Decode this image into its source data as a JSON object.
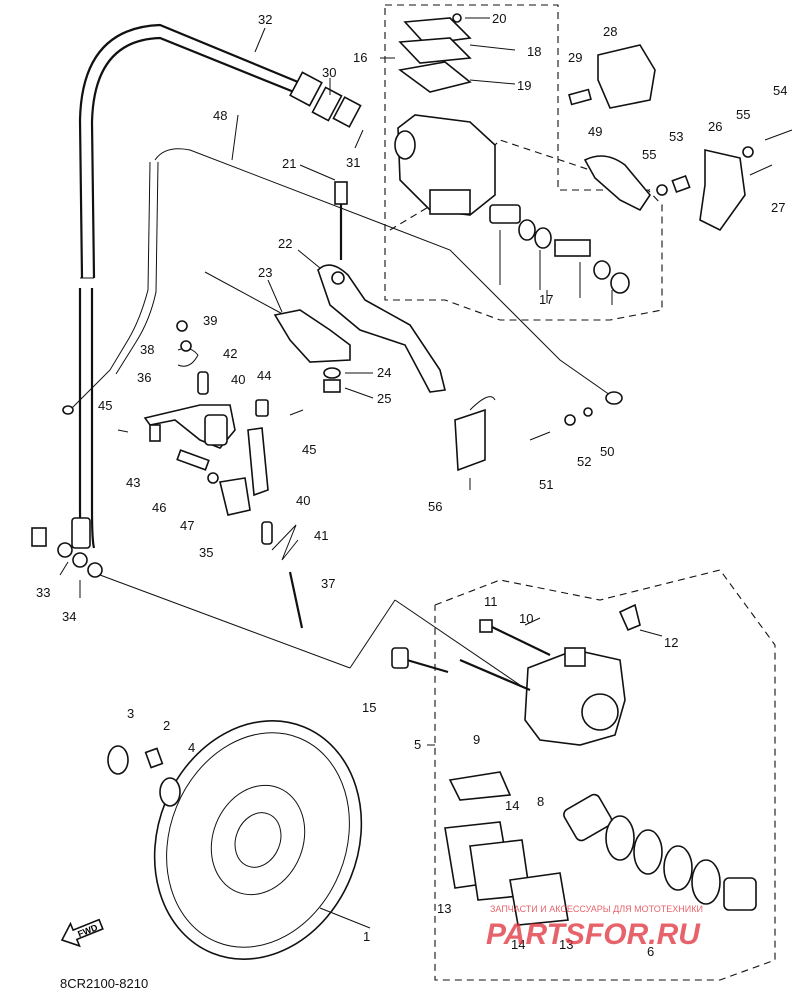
{
  "labels": [
    "1",
    "2",
    "3",
    "4",
    "5",
    "6",
    "8",
    "9",
    "10",
    "11",
    "12",
    "13",
    "13",
    "14",
    "14",
    "15",
    "16",
    "17",
    "18",
    "19",
    "20",
    "21",
    "22",
    "23",
    "24",
    "25",
    "26",
    "27",
    "28",
    "29",
    "30",
    "31",
    "32",
    "33",
    "34",
    "35",
    "36",
    "37",
    "38",
    "39",
    "40",
    "40",
    "41",
    "42",
    "43",
    "44",
    "45",
    "45",
    "46",
    "47",
    "48",
    "49",
    "50",
    "51",
    "52",
    "53",
    "54",
    "55",
    "55",
    "56"
  ],
  "diagram_code": "8CR2100-8210",
  "fwd_label": "FWD",
  "watermark": {
    "small": "ЗАПЧАСТИ И АКСЕССУАРЫ ДЛЯ МОТОТЕХНИКИ",
    "logo": "PARTSFOR.RU"
  },
  "colors": {
    "ink": "#111111",
    "background": "#ffffff",
    "watermark": "#e0303a"
  }
}
